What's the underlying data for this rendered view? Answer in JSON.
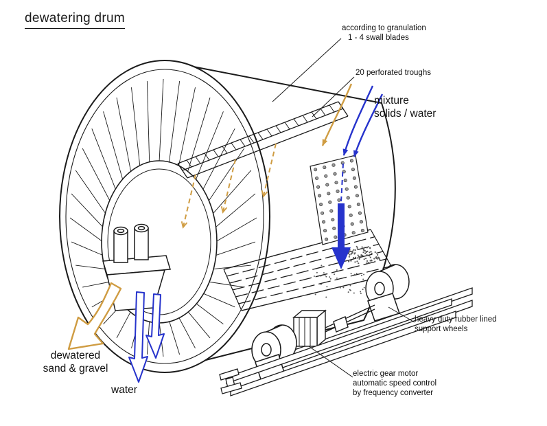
{
  "title": "dewatering drum",
  "annotations": {
    "blades": [
      "according to granulation",
      "1 - 4 swall blades"
    ],
    "troughs": [
      "20 perforated troughs"
    ],
    "mixture": [
      "mixture",
      "solids / water"
    ],
    "dewatered": [
      "dewatered",
      "sand & gravel"
    ],
    "water": [
      "water"
    ],
    "wheels": [
      "heavy duty rubber lined",
      "support wheels"
    ],
    "motor": [
      "electric gear motor",
      "automatic speed control",
      "by frequency converter"
    ]
  },
  "colors": {
    "ink": "#1b1b1b",
    "water": "#2633cc",
    "solids": "#cf9c42"
  }
}
